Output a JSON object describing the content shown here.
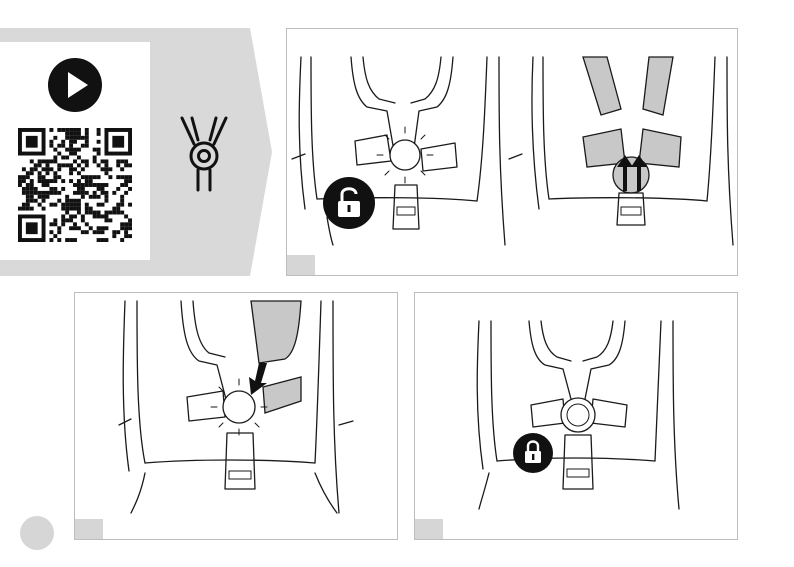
{
  "header_banner": {
    "qr_code": "qr-code",
    "play_icon": "play-icon",
    "buckle_icon": "harness-buckle-icon",
    "banner_color": "#d9d9d9"
  },
  "panels": [
    {
      "id": "step-1",
      "icon": "unlock-icon"
    },
    {
      "id": "step-2",
      "icon": "up-arrows-icon"
    },
    {
      "id": "step-3",
      "icon": "down-arrow-icon"
    },
    {
      "id": "step-4",
      "icon": "lock-icon"
    }
  ],
  "page_marker": "page-number-circle"
}
